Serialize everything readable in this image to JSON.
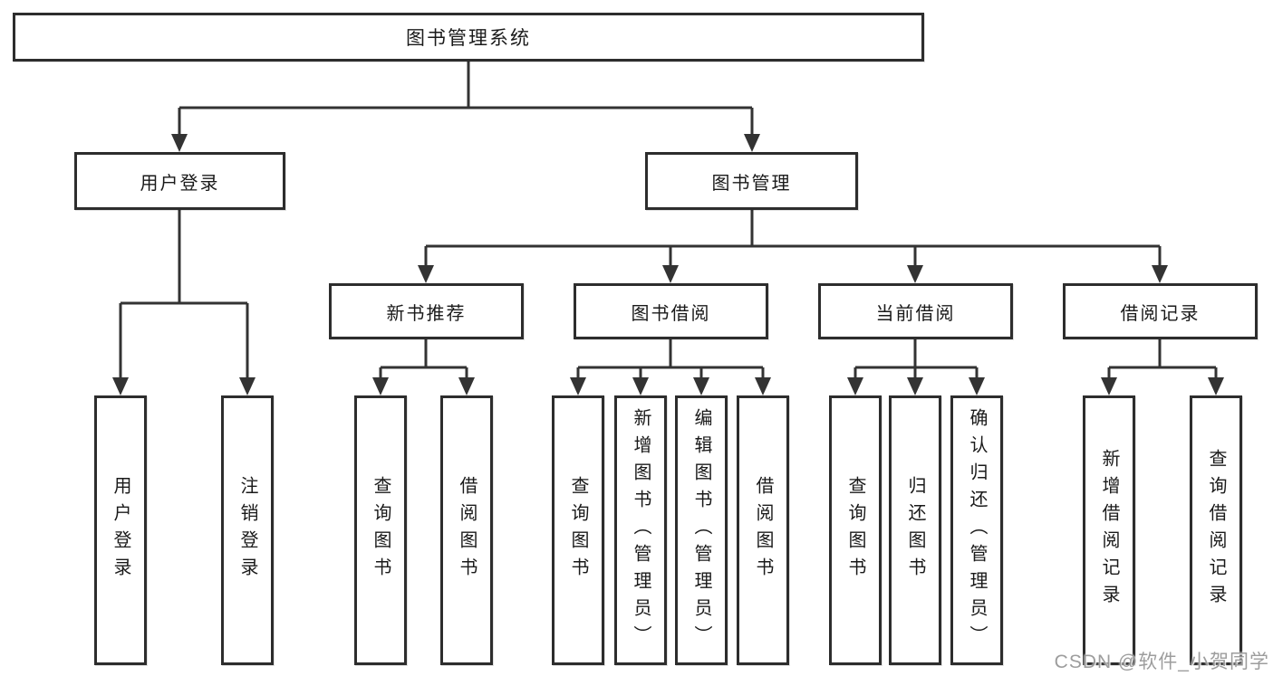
{
  "diagram": {
    "type": "hierarchy-tree",
    "root": {
      "label": "图书管理系统",
      "children": [
        {
          "label": "用户登录",
          "children": [
            {
              "label": "用户登录"
            },
            {
              "label": "注销登录"
            }
          ]
        },
        {
          "label": "图书管理",
          "children": [
            {
              "label": "新书推荐",
              "children": [
                {
                  "label": "查询图书"
                },
                {
                  "label": "借阅图书"
                }
              ]
            },
            {
              "label": "图书借阅",
              "children": [
                {
                  "label": "查询图书"
                },
                {
                  "label": "新增图书（管理员）"
                },
                {
                  "label": "编辑图书（管理员）"
                },
                {
                  "label": "借阅图书"
                }
              ]
            },
            {
              "label": "当前借阅",
              "children": [
                {
                  "label": "查询图书"
                },
                {
                  "label": "归还图书"
                },
                {
                  "label": "确认归还（管理员）"
                }
              ]
            },
            {
              "label": "借阅记录",
              "children": [
                {
                  "label": "新增借阅记录"
                },
                {
                  "label": "查询借阅记录"
                }
              ]
            }
          ]
        }
      ]
    },
    "watermark": "CSDN @软件_小贺同学",
    "colors": {
      "box_border": "#2d2d2d",
      "connector_line": "#333333",
      "text": "#1a1a1a",
      "watermark": "#8c8c8c",
      "background": "#ffffff"
    }
  }
}
